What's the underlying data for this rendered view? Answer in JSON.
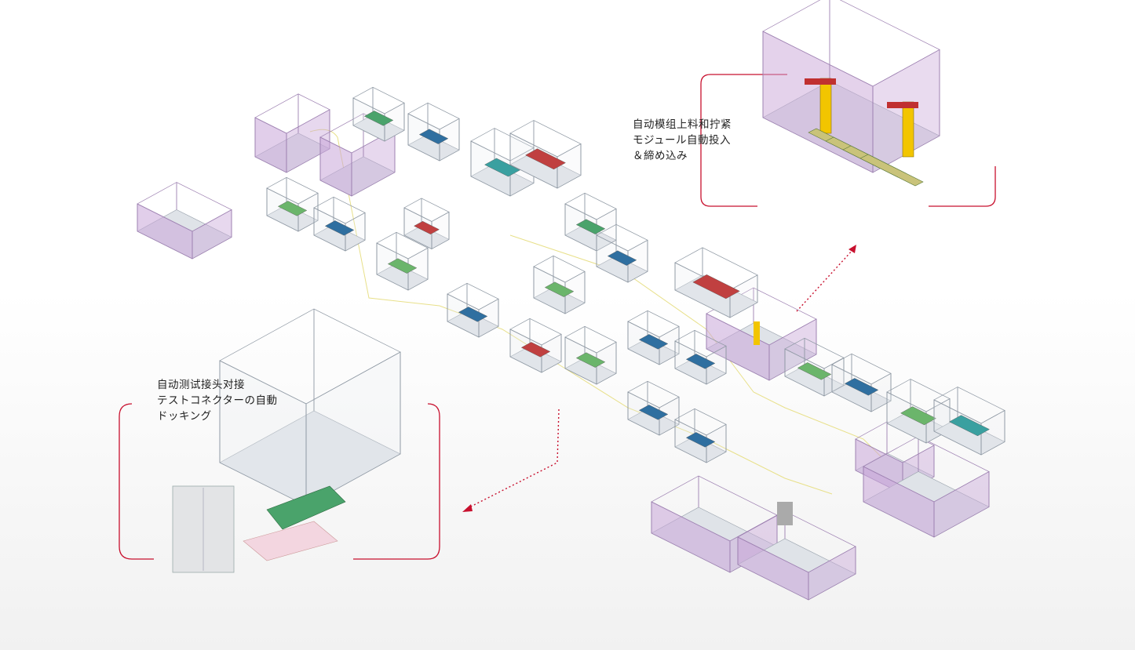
{
  "callouts": [
    {
      "id": "module-loading",
      "lines": [
        "自动模组上料和拧紧",
        "モジュール自動投入",
        "＆締め込み"
      ]
    },
    {
      "id": "connector-docking",
      "lines": [
        "自动测试接头对接",
        "テストコネクターの自動",
        "ドッキング"
      ]
    }
  ],
  "colors": {
    "accent": "#c8102e",
    "enclosure": "#c9a6d8",
    "frame": "#b8bec6",
    "robot": "#f2c500",
    "tray": "#1f5e8c"
  }
}
